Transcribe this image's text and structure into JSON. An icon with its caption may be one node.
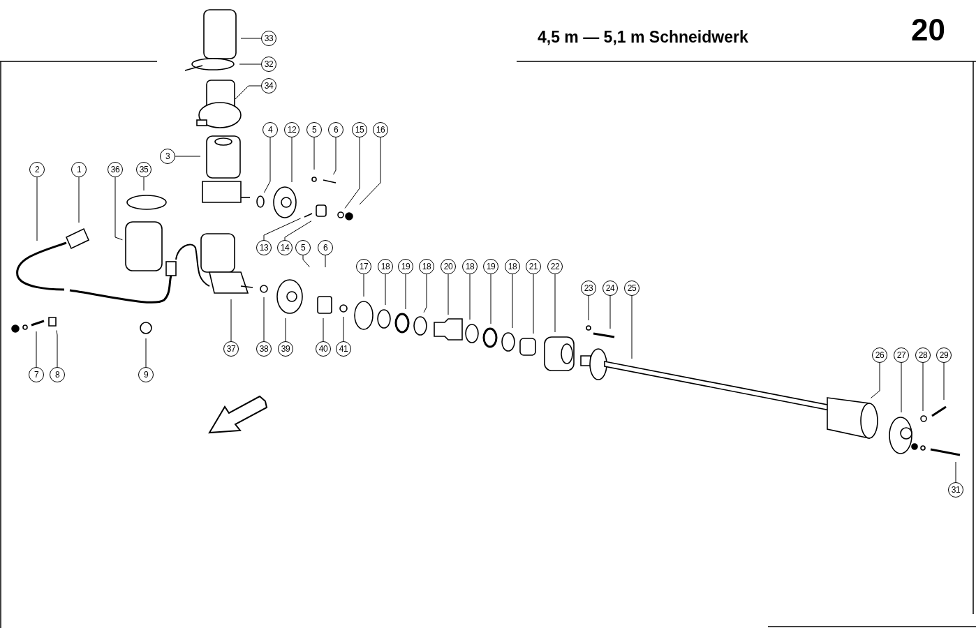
{
  "diagram": {
    "title": "4,5 m — 5,1 m Schneidwerk",
    "nodes": [
      {
        "text": [
          "33"
        ]
      },
      {
        "text": [
          "32"
        ]
      },
      {
        "text": [
          "34"
        ]
      },
      {
        "text": [
          "4"
        ]
      },
      {
        "text": [
          "12"
        ]
      },
      {
        "text": [
          "5"
        ]
      },
      {
        "text": [
          "6"
        ]
      },
      {
        "text": [
          "15"
        ]
      },
      {
        "text": [
          "16"
        ]
      },
      {
        "text": [
          "3"
        ]
      },
      {
        "text": [
          "2"
        ]
      },
      {
        "text": [
          "1"
        ]
      },
      {
        "text": [
          "36"
        ]
      },
      {
        "text": [
          "35"
        ]
      },
      {
        "text": [
          "13"
        ]
      },
      {
        "text": [
          "14"
        ]
      },
      {
        "text": [
          "5"
        ]
      },
      {
        "text": [
          "6"
        ]
      },
      {
        "text": [
          "17"
        ]
      },
      {
        "text": [
          "18"
        ]
      },
      {
        "text": [
          "19"
        ]
      },
      {
        "text": [
          "18"
        ]
      },
      {
        "text": [
          "20"
        ]
      },
      {
        "text": [
          "18"
        ]
      },
      {
        "text": [
          "19"
        ]
      },
      {
        "text": [
          "18"
        ]
      },
      {
        "text": [
          "21"
        ]
      },
      {
        "text": [
          "22"
        ]
      },
      {
        "text": [
          "23"
        ]
      },
      {
        "text": [
          "24"
        ]
      },
      {
        "text": [
          "25"
        ]
      },
      {
        "text": [
          "37"
        ]
      },
      {
        "text": [
          "38"
        ]
      },
      {
        "text": [
          "39"
        ]
      },
      {
        "text": [
          "40"
        ]
      },
      {
        "text": [
          "41"
        ]
      },
      {
        "text": [
          "26"
        ]
      },
      {
        "text": [
          "27"
        ]
      },
      {
        "text": [
          "28"
        ]
      },
      {
        "text": [
          "29"
        ]
      },
      {
        "text": [
          "7"
        ]
      },
      {
        "text": [
          "8"
        ]
      },
      {
        "text": [
          "9"
        ]
      },
      {
        "text": [
          "31"
        ]
      }
    ],
    "edges": [
      {
        "from": 0,
        "to": null,
        "arrow": "none"
      },
      {
        "from": 1,
        "to": null,
        "arrow": "none"
      },
      {
        "from": 2,
        "to": null,
        "arrow": "none"
      },
      {
        "from": 3,
        "to": null,
        "arrow": "none"
      },
      {
        "from": 4,
        "to": null,
        "arrow": "none"
      },
      {
        "from": 5,
        "to": null,
        "arrow": "none"
      },
      {
        "from": 6,
        "to": null,
        "arrow": "none"
      },
      {
        "from": 7,
        "to": null,
        "arrow": "none"
      },
      {
        "from": 8,
        "to": null,
        "arrow": "none"
      },
      {
        "from": 9,
        "to": null,
        "arrow": "none"
      },
      {
        "from": 10,
        "to": null,
        "arrow": "none"
      },
      {
        "from": 11,
        "to": null,
        "arrow": "none"
      },
      {
        "from": 12,
        "to": null,
        "arrow": "none"
      },
      {
        "from": 13,
        "to": null,
        "arrow": "none"
      },
      {
        "from": 14,
        "to": null,
        "arrow": "none"
      },
      {
        "from": 15,
        "to": null,
        "arrow": "none"
      },
      {
        "from": 16,
        "to": null,
        "arrow": "none"
      },
      {
        "from": 17,
        "to": null,
        "arrow": "none"
      },
      {
        "from": 18,
        "to": null,
        "arrow": "none"
      },
      {
        "from": 19,
        "to": null,
        "arrow": "none"
      },
      {
        "from": 20,
        "to": null,
        "arrow": "none"
      },
      {
        "from": 21,
        "to": null,
        "arrow": "none"
      },
      {
        "from": 22,
        "to": null,
        "arrow": "none"
      },
      {
        "from": 23,
        "to": null,
        "arrow": "none"
      },
      {
        "from": 24,
        "to": null,
        "arrow": "none"
      },
      {
        "from": 25,
        "to": null,
        "arrow": "none"
      },
      {
        "from": 26,
        "to": null,
        "arrow": "none"
      },
      {
        "from": 27,
        "to": null,
        "arrow": "none"
      },
      {
        "from": 28,
        "to": null,
        "arrow": "none"
      },
      {
        "from": 29,
        "to": null,
        "arrow": "none"
      },
      {
        "from": 30,
        "to": null,
        "arrow": "none"
      },
      {
        "from": 31,
        "to": null,
        "arrow": "none"
      },
      {
        "from": 32,
        "to": null,
        "arrow": "none"
      },
      {
        "from": 33,
        "to": null,
        "arrow": "none"
      },
      {
        "from": 34,
        "to": null,
        "arrow": "none"
      },
      {
        "from": 35,
        "to": null,
        "arrow": "none"
      },
      {
        "from": 36,
        "to": null,
        "arrow": "none"
      },
      {
        "from": 37,
        "to": null,
        "arrow": "none"
      },
      {
        "from": 38,
        "to": null,
        "arrow": "none"
      },
      {
        "from": 39,
        "to": null,
        "arrow": "none"
      },
      {
        "from": 40,
        "to": null,
        "arrow": "none"
      },
      {
        "from": 41,
        "to": null,
        "arrow": "none"
      },
      {
        "from": 42,
        "to": null,
        "arrow": "none"
      },
      {
        "from": 43,
        "to": null,
        "arrow": "none"
      }
    ],
    "labels": [
      "20"
    ]
  }
}
